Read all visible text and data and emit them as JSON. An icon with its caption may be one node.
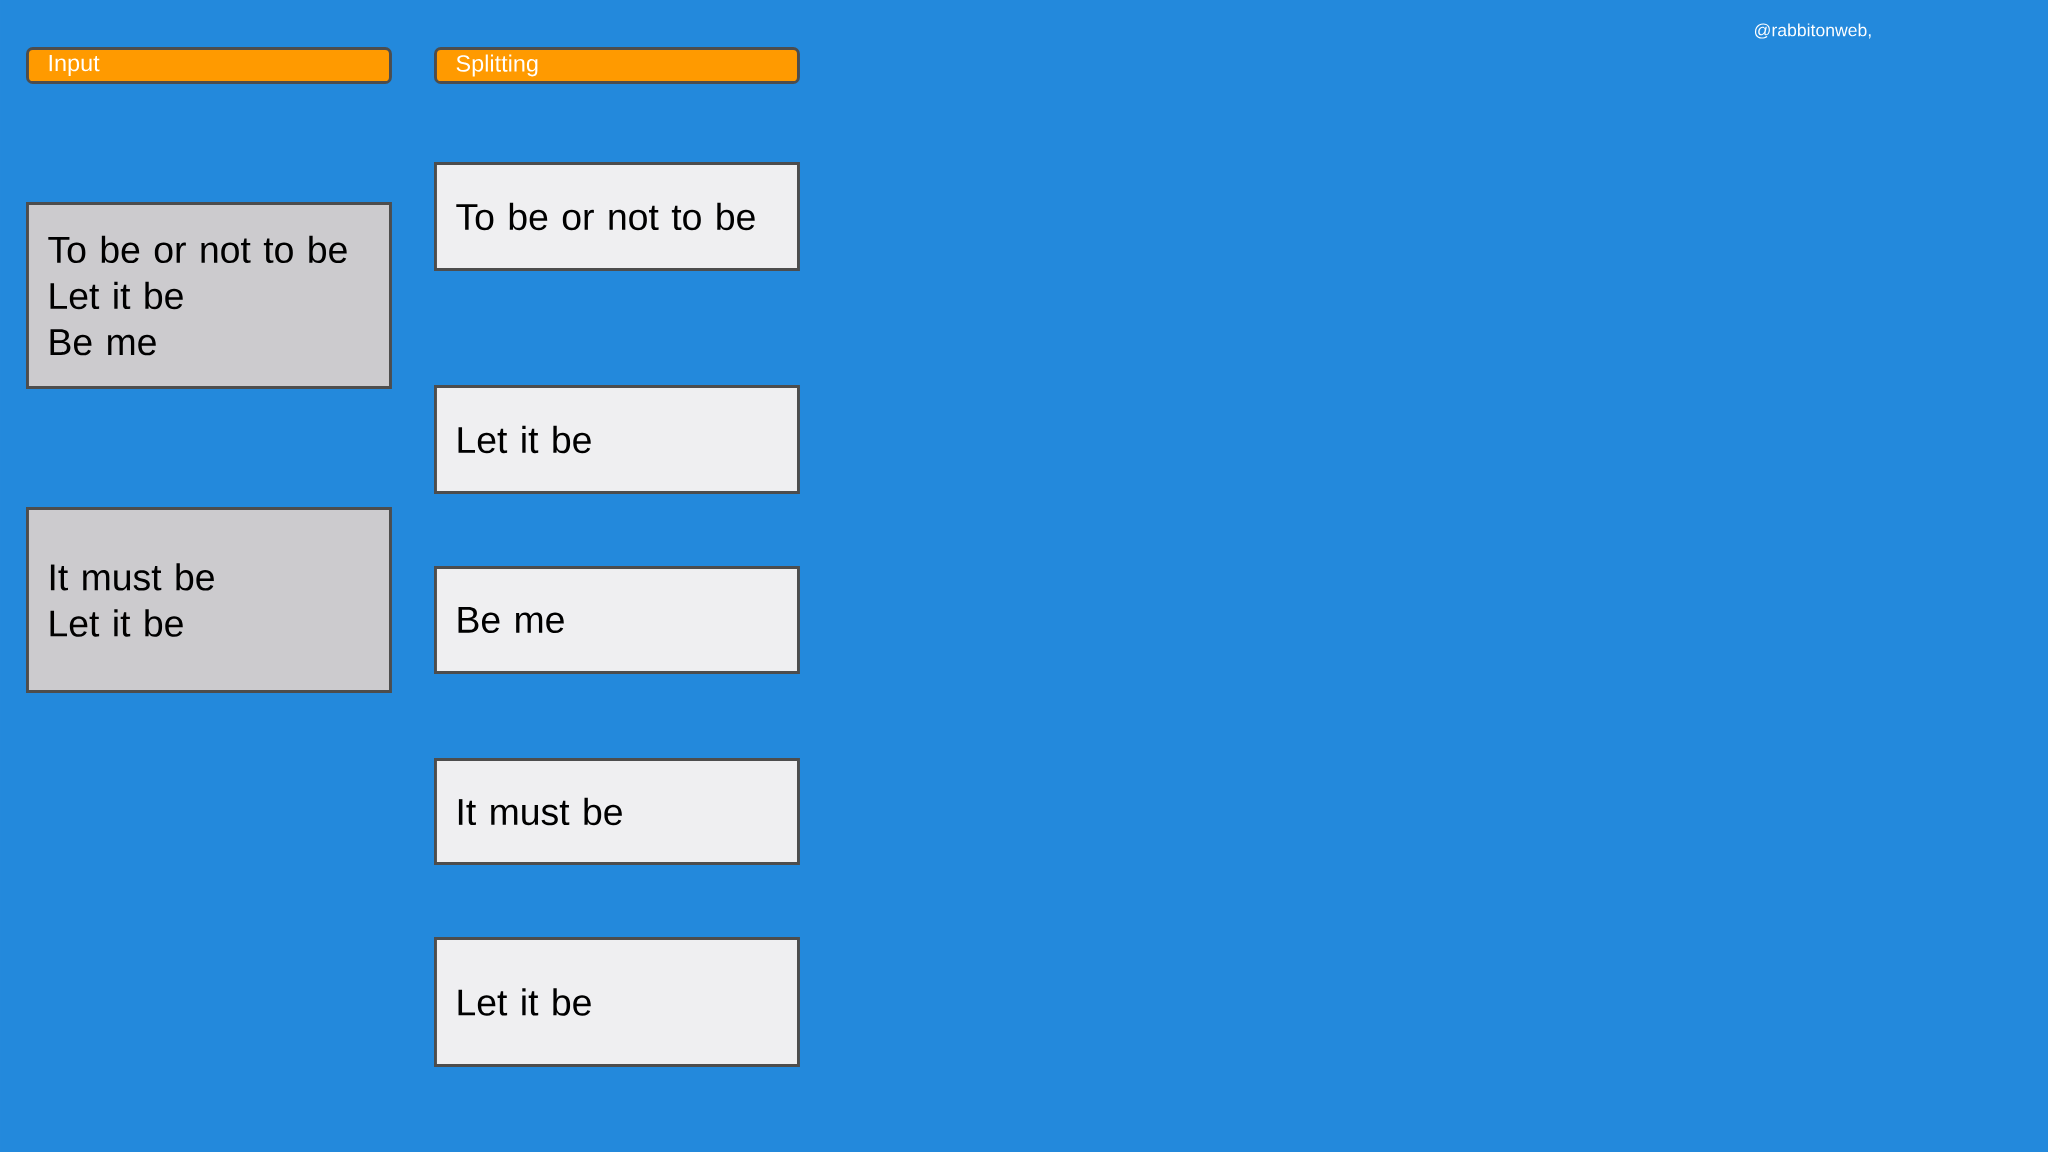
{
  "diagram": {
    "nodes": [
      {
        "text": [
          "Input"
        ]
      },
      {
        "text": [
          "Splitting"
        ]
      },
      {
        "text": [
          "To be or not to be",
          "Let it be",
          "Be me"
        ]
      },
      {
        "text": [
          "It must be",
          "Let it be"
        ]
      },
      {
        "text": [
          "To be or not to be"
        ]
      },
      {
        "text": [
          "Let it be"
        ]
      },
      {
        "text": [
          "Be me"
        ]
      },
      {
        "text": [
          "It must be"
        ]
      },
      {
        "text": [
          "Let it be"
        ]
      }
    ],
    "labels": [
      "@rabbitonweb,"
    ]
  }
}
